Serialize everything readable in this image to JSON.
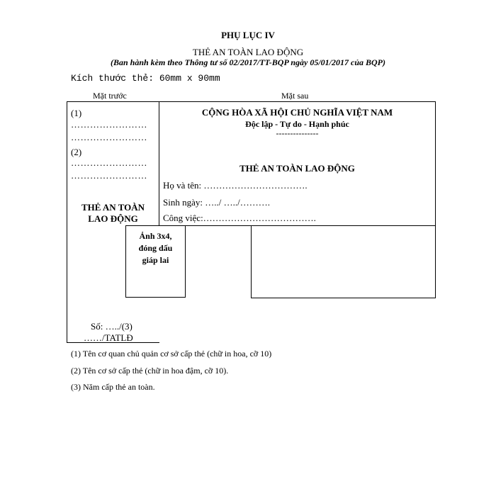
{
  "header": {
    "appendix": "PHỤ LỤC IV",
    "title": "THẺ AN TOÀN LAO ĐỘNG",
    "subtitle": "(Ban hành kèm theo Thông tư số 02/2017/TT-BQP ngày 05/01/2017 của BQP)",
    "size_note": "Kích thước thẻ: 60mm x 90mm"
  },
  "labels": {
    "front": "Mặt trước",
    "back": "Mặt sau"
  },
  "front": {
    "item1": "(1)",
    "dots1a": "……………………",
    "dots1b": "……………………",
    "item2": "(2)",
    "dots2a": "……………………",
    "dots2b": "……………………",
    "card_title_line1": "THẺ AN TOÀN",
    "card_title_line2": "LAO ĐỘNG",
    "photo_line1": "Ảnh 3x4,",
    "photo_line2": "đóng dấu",
    "photo_line3": "giáp lai",
    "number_line1": "Số: …../(3)",
    "number_line2": "……/TATLĐ"
  },
  "back": {
    "nation": "CỘNG HÒA XÃ HỘI CHỦ NGHĨA VIỆT NAM",
    "motto": "Độc lập - Tự do - Hạnh phúc",
    "motto_rule": "---------------",
    "card_title": "THẺ AN TOÀN LAO ĐỘNG",
    "name_field": "Họ và tên: …………………………….",
    "dob_field": "Sinh ngày: …../ …../……….",
    "job_field": "Công việc:………………………………."
  },
  "notes": [
    "(1) Tên cơ quan chủ quản cơ sở cấp thẻ (chữ in hoa, cỡ 10)",
    "(2) Tên cơ sở cấp thẻ (chữ in hoa đậm, cỡ 10).",
    "(3) Năm cấp thẻ an toàn."
  ]
}
